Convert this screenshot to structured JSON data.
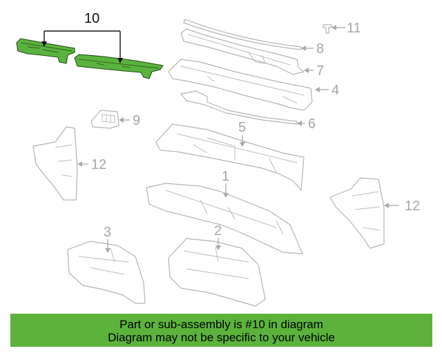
{
  "diagram": {
    "callouts": {
      "c1": "1",
      "c2": "2",
      "c3": "3",
      "c4": "4",
      "c5": "5",
      "c6": "6",
      "c7": "7",
      "c8": "8",
      "c9": "9",
      "c10": "10",
      "c11": "11",
      "c12a": "12",
      "c12b": "12"
    },
    "colors": {
      "highlight": "#5bb33f",
      "outline": "#b3b3b3",
      "banner": "#5cb33b"
    },
    "highlighted_part": "10"
  },
  "banner": {
    "line1": "Part or sub-assembly is #10 in diagram",
    "line2": "Diagram may not be specific to your vehicle"
  }
}
